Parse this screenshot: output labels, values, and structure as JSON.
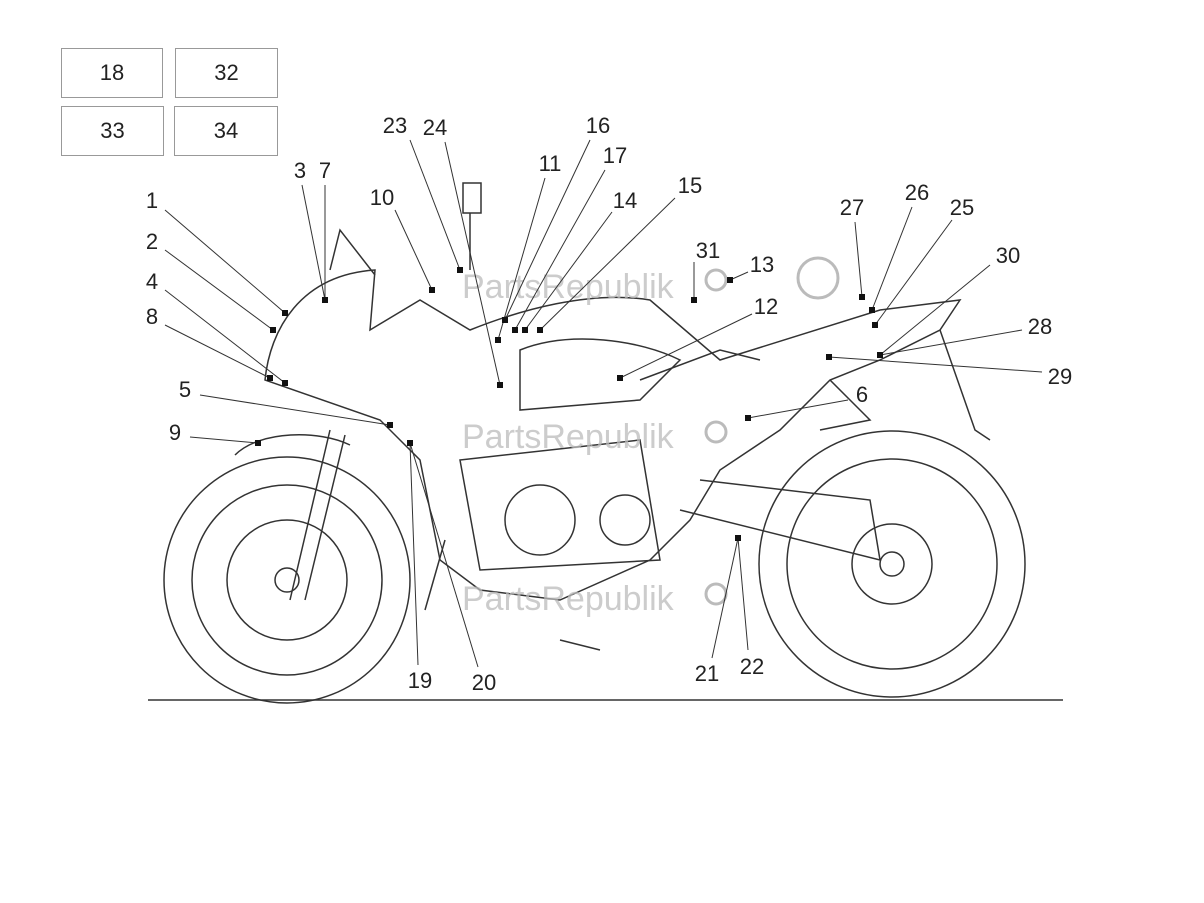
{
  "kit_boxes": [
    "18",
    "32",
    "33",
    "34"
  ],
  "watermark": "PartsRepublik",
  "callouts": [
    {
      "n": "1"
    },
    {
      "n": "2"
    },
    {
      "n": "4"
    },
    {
      "n": "8"
    },
    {
      "n": "5"
    },
    {
      "n": "9"
    },
    {
      "n": "3"
    },
    {
      "n": "7"
    },
    {
      "n": "10"
    },
    {
      "n": "23"
    },
    {
      "n": "24"
    },
    {
      "n": "11"
    },
    {
      "n": "16"
    },
    {
      "n": "17"
    },
    {
      "n": "14"
    },
    {
      "n": "15"
    },
    {
      "n": "31"
    },
    {
      "n": "13"
    },
    {
      "n": "12"
    },
    {
      "n": "27"
    },
    {
      "n": "26"
    },
    {
      "n": "25"
    },
    {
      "n": "30"
    },
    {
      "n": "28"
    },
    {
      "n": "29"
    },
    {
      "n": "6"
    },
    {
      "n": "19"
    },
    {
      "n": "20"
    },
    {
      "n": "21"
    },
    {
      "n": "22"
    }
  ]
}
